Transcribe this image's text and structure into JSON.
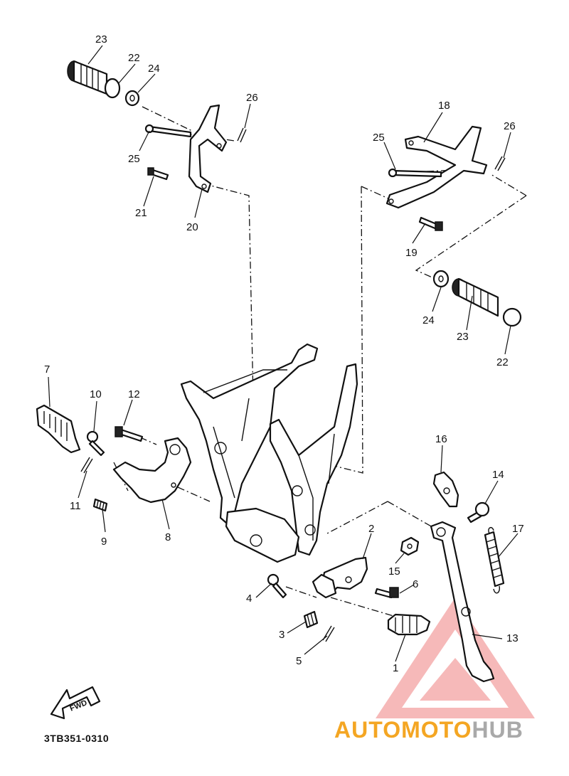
{
  "diagram": {
    "code": "3TB351-0310",
    "fwd_label": "FWD",
    "labels": [
      {
        "id": "23",
        "key": "23a"
      },
      {
        "id": "22",
        "key": "22a"
      },
      {
        "id": "24",
        "key": "24a"
      },
      {
        "id": "26",
        "key": "26a"
      },
      {
        "id": "25",
        "key": "25a"
      },
      {
        "id": "21",
        "key": "21"
      },
      {
        "id": "20",
        "key": "20"
      },
      {
        "id": "18",
        "key": "18"
      },
      {
        "id": "26",
        "key": "26b"
      },
      {
        "id": "25",
        "key": "25b"
      },
      {
        "id": "19",
        "key": "19"
      },
      {
        "id": "24",
        "key": "24b"
      },
      {
        "id": "23",
        "key": "23b"
      },
      {
        "id": "22",
        "key": "22b"
      },
      {
        "id": "7",
        "key": "7"
      },
      {
        "id": "10",
        "key": "10"
      },
      {
        "id": "12",
        "key": "12"
      },
      {
        "id": "11",
        "key": "11"
      },
      {
        "id": "9",
        "key": "9"
      },
      {
        "id": "8",
        "key": "8"
      },
      {
        "id": "16",
        "key": "16"
      },
      {
        "id": "14",
        "key": "14"
      },
      {
        "id": "17",
        "key": "17"
      },
      {
        "id": "2",
        "key": "2"
      },
      {
        "id": "15",
        "key": "15"
      },
      {
        "id": "6",
        "key": "6"
      },
      {
        "id": "4",
        "key": "4"
      },
      {
        "id": "3",
        "key": "3"
      },
      {
        "id": "5",
        "key": "5"
      },
      {
        "id": "1",
        "key": "1"
      },
      {
        "id": "13",
        "key": "13"
      }
    ]
  },
  "watermark": {
    "part1": "AUTOMOTO",
    "part2": "HUB",
    "accent_color": "#f4a623",
    "gray_color": "#a9a9a9",
    "triangle_color": "#f08080"
  }
}
